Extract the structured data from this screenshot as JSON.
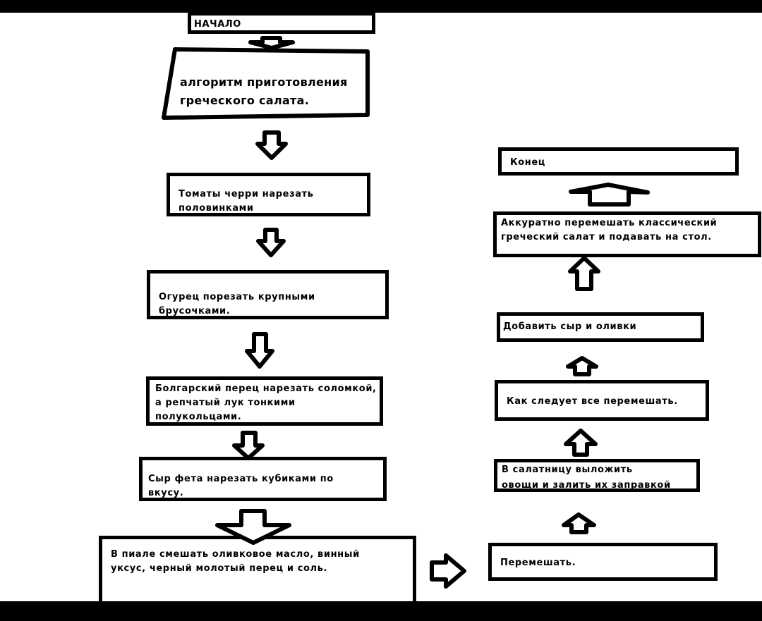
{
  "diagram": {
    "type": "flowchart",
    "title": "алгоритм приготовления\nгреческого салата.",
    "start": "НАЧАЛО",
    "steps_left": [
      "Томаты черри нарезать\nполовинками",
      "Огурец порезать крупными\nбрусочками.",
      "Болгарский перец нарезать соломкой,\nа репчатый лук тонкими\nполукольцами.",
      "Сыр фета нарезать кубиками по\nвкусу.",
      "В пиале смешать оливковое масло, винный\nуксус, черный молотый перец и соль."
    ],
    "steps_right": [
      "Перемешать.",
      "В салатницу выложить\nовощи и залить их заправкой",
      "Как следует все перемешать.",
      "Добавить сыр и оливки",
      "Аккуратно перемешать классический\nгреческий салат и подавать на стол."
    ],
    "end": "Конец",
    "flow": "down the left column, right arrow across, then up the right column to end"
  }
}
